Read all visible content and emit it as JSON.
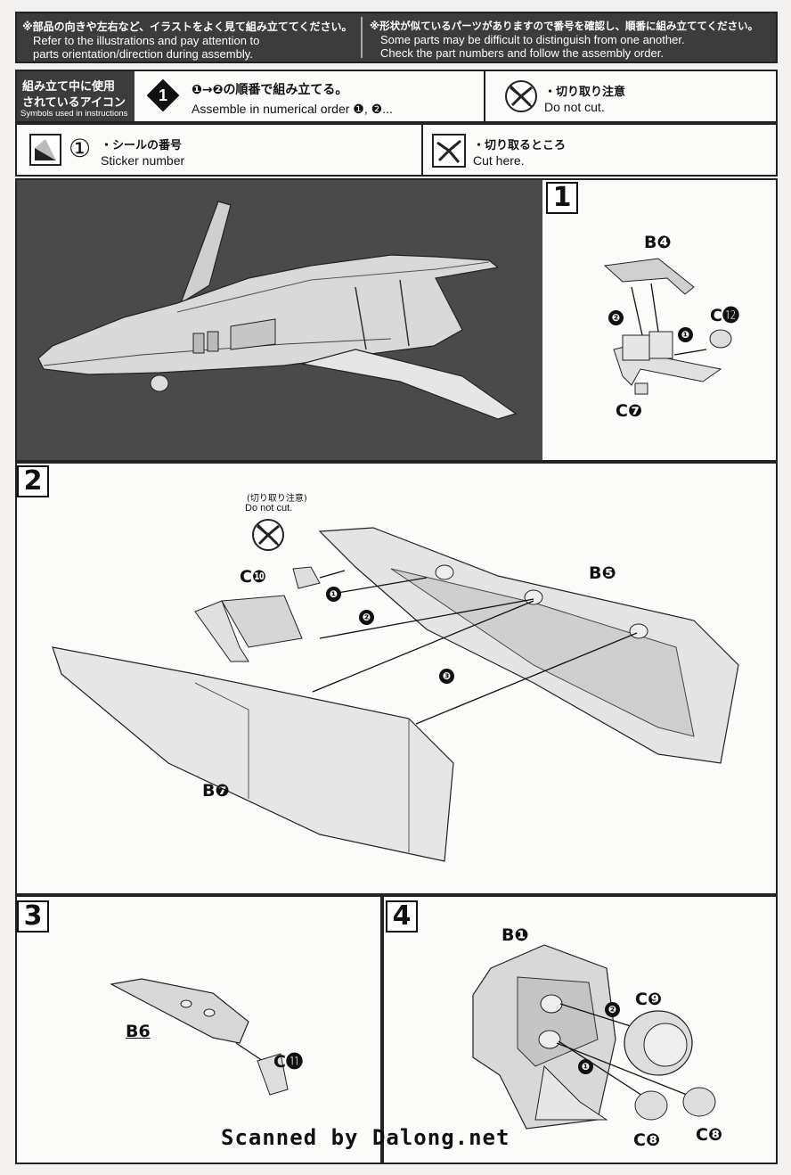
{
  "header": {
    "left_jp": "※部品の向きや左右など、イラストをよく見て組み立ててください。",
    "left_en1": "Refer to the illustrations and pay attention to",
    "left_en2": "parts orientation/direction during assembly.",
    "right_jp": "※形状が似ているパーツがありますので番号を確認し、順番に組み立ててください。",
    "right_en1": "Some parts may be difficult to distinguish from one another.",
    "right_en2": "Check the part numbers and follow the assembly order."
  },
  "icons_legend": {
    "title_jp1": "組み立て中に使用",
    "title_jp2": "されているアイコン",
    "title_en": "Symbols used in instructions",
    "order_icon": "1",
    "order_jp": "❶→❷の順番で組み立てる。",
    "order_en": "Assemble in numerical order ❶, ❷...",
    "nocut_jp": "・切り取り注意",
    "nocut_en": "Do not cut.",
    "sticker_symbol": "①",
    "sticker_jp": "・シールの番号",
    "sticker_en": "Sticker number",
    "cut_jp": "・切り取るところ",
    "cut_en": "Cut here."
  },
  "steps": [
    {
      "number": "1",
      "parts": [
        "B❹",
        "C⓬",
        "C❼"
      ],
      "order": [
        "❷",
        "❶"
      ]
    },
    {
      "number": "2",
      "note_jp": "(切り取り注意)",
      "note_en": "Do not cut.",
      "parts": [
        "C❿",
        "B❺",
        "B❼"
      ],
      "order": [
        "❶",
        "❷",
        "❸"
      ]
    },
    {
      "number": "3",
      "parts": [
        "B6",
        "C⓫"
      ]
    },
    {
      "number": "4",
      "parts": [
        "B❶",
        "C❾",
        "C❽",
        "C❽"
      ],
      "order": [
        "❷",
        "❶"
      ]
    }
  ],
  "watermark": "Scanned by Dalong.net",
  "colors": {
    "frame": "#222222",
    "header_bg": "#3c3c3c",
    "photo_bg": "#4a4a4a",
    "paper": "#fbfbfa"
  }
}
